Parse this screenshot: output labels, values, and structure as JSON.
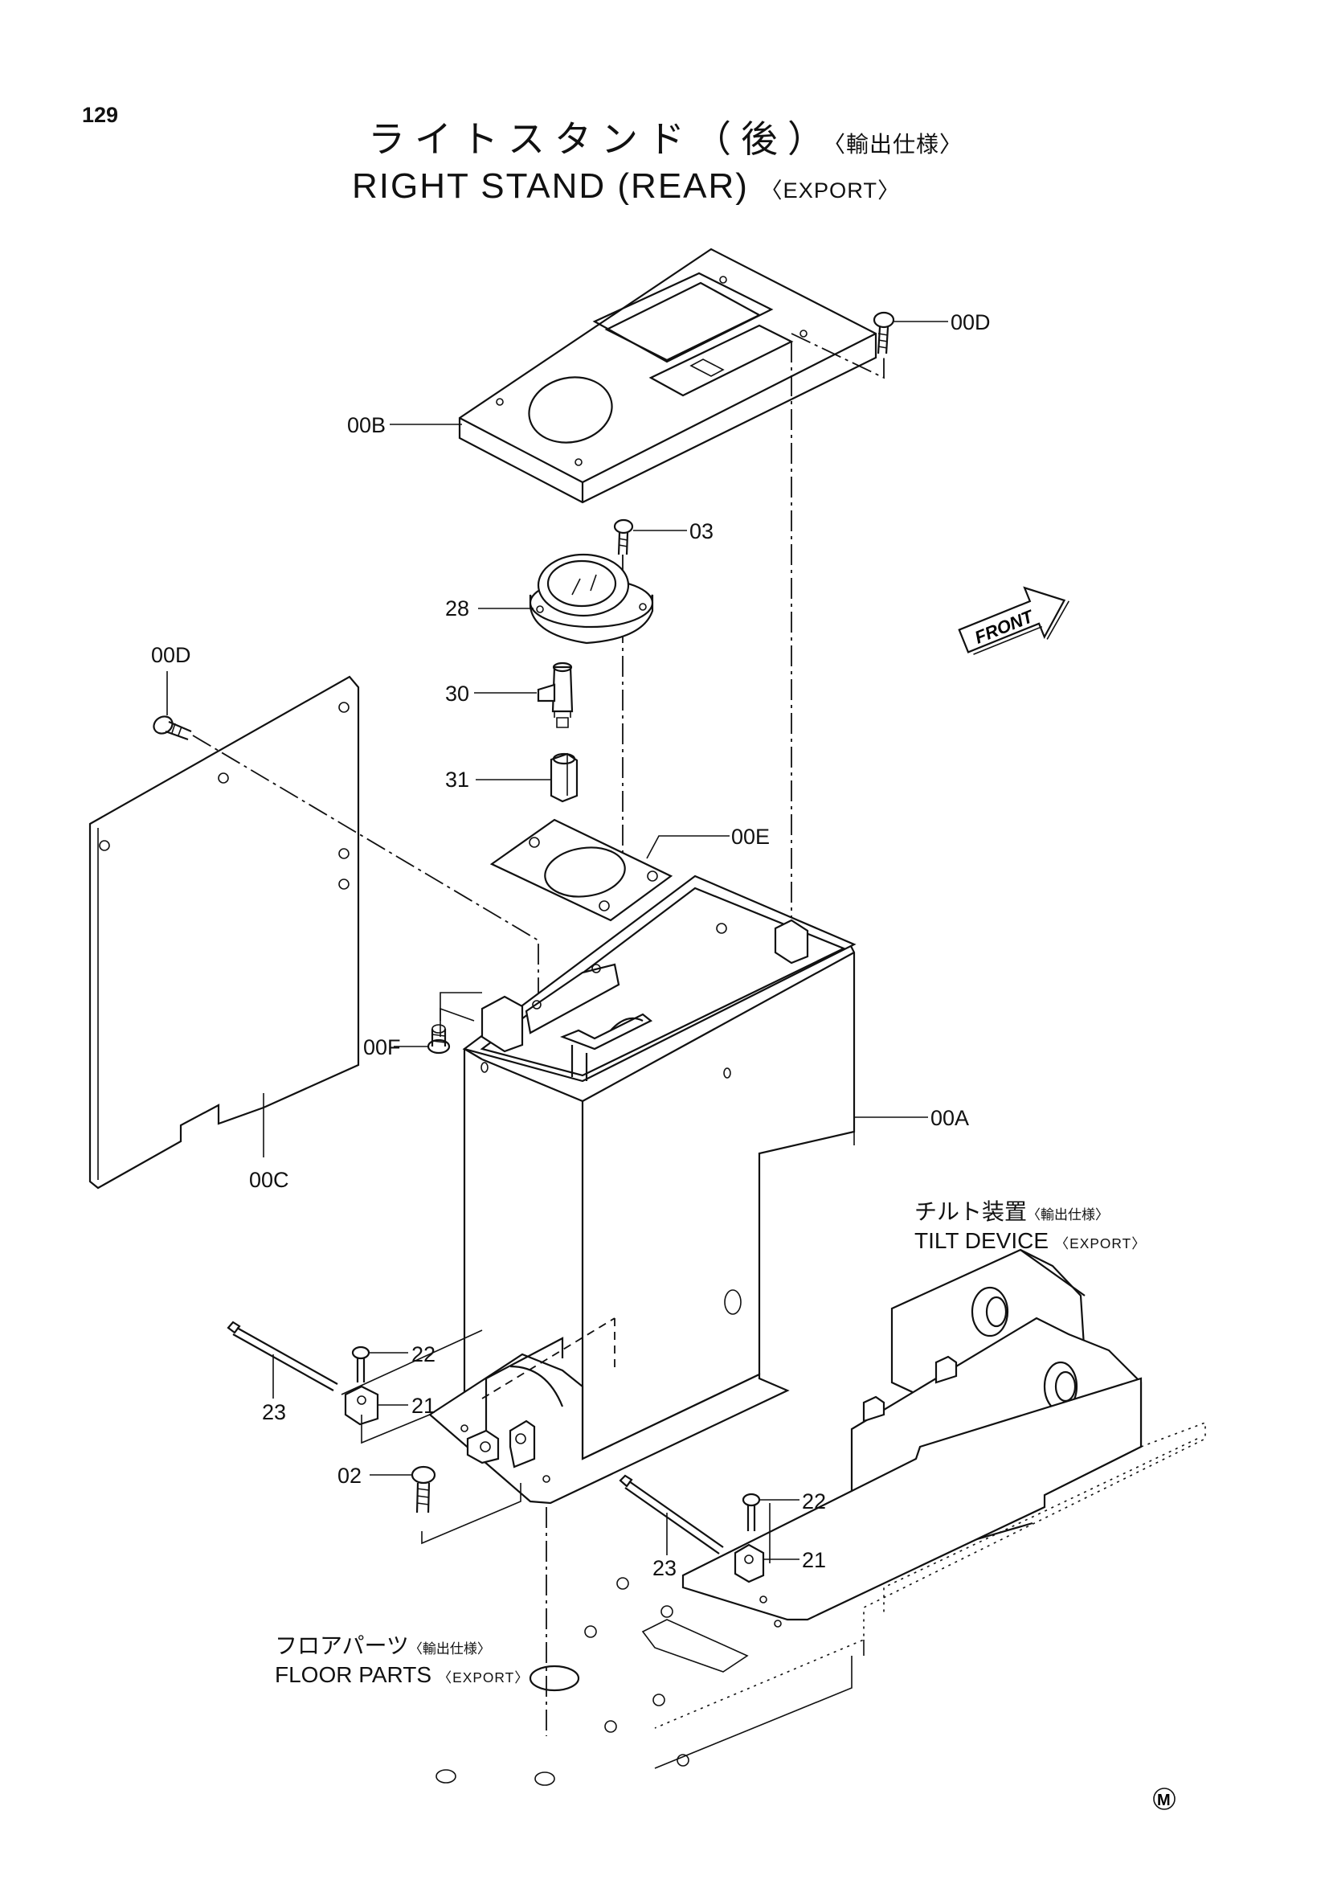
{
  "page_number": "129",
  "title": {
    "jp": "ライトスタンド（後）",
    "jp_suffix": "〈輸出仕様〉",
    "en": "RIGHT STAND (REAR)",
    "en_suffix": "〈EXPORT〉"
  },
  "part_labels": {
    "00D_top": "00D",
    "00B": "00B",
    "03": "03",
    "28": "28",
    "00D_left": "00D",
    "30": "30",
    "31": "31",
    "00E": "00E",
    "00F": "00F",
    "00A": "00A",
    "00C": "00C",
    "22_left": "22",
    "21_left": "21",
    "23_left": "23",
    "02": "02",
    "22_right": "22",
    "21_right": "21",
    "23_right": "23"
  },
  "callouts": {
    "tilt_device": {
      "jp": "チルト装置",
      "jp_suffix": "〈輸出仕様〉",
      "en": "TILT DEVICE",
      "en_suffix": "〈EXPORT〉"
    },
    "floor_parts": {
      "jp": "フロアパーツ",
      "jp_suffix": "〈輸出仕様〉",
      "en": "FLOOR PARTS",
      "en_suffix": "〈EXPORT〉"
    }
  },
  "front_arrow_label": "FRONT",
  "corner_mark": "M"
}
